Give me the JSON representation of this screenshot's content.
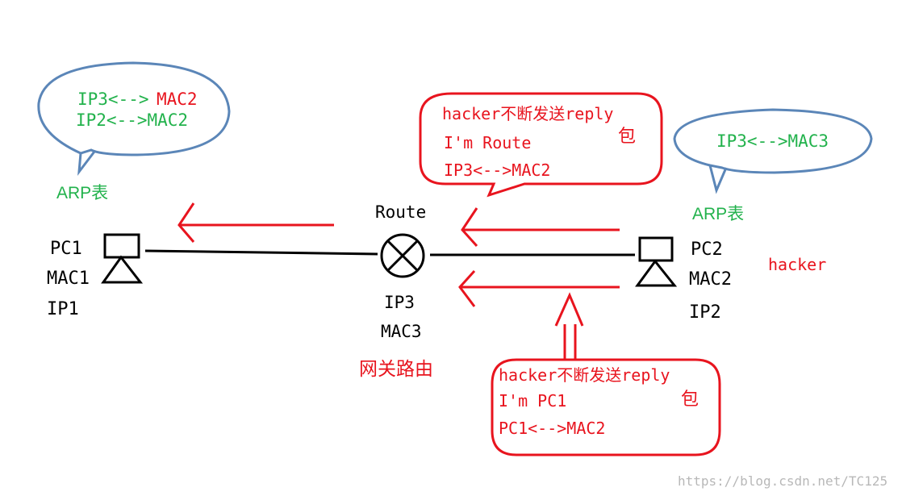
{
  "colors": {
    "black": "#000000",
    "red": "#e8141e",
    "green": "#22b24c",
    "blue_bubble": "#5b86b8",
    "watermark": "#b8b8b8"
  },
  "pc1": {
    "name": "PC1",
    "mac": "MAC1",
    "ip": "IP1",
    "arp_label": "ARP表",
    "arp_line1_ip": "IP3<-->",
    "arp_line1_mac": "MAC2",
    "arp_line2": "IP2<-->MAC2"
  },
  "router": {
    "title": "Route",
    "ip": "IP3",
    "mac": "MAC3",
    "caption": "网关路由"
  },
  "pc2": {
    "name": "PC2",
    "mac": "MAC2",
    "ip": "IP2",
    "hacker_label": "hacker",
    "arp_label": "ARP表",
    "arp_line1": "IP3<-->MAC3"
  },
  "callout_top": {
    "line1": "hacker不断发送reply",
    "line1b": "包",
    "line2": "I'm Route",
    "line3": "IP3<-->MAC2"
  },
  "callout_bottom": {
    "line1": "hacker不断发送reply",
    "line1b": "包",
    "line2": "I'm PC1",
    "line3": "PC1<-->MAC2"
  },
  "watermark": "https://blog.csdn.net/TC125"
}
